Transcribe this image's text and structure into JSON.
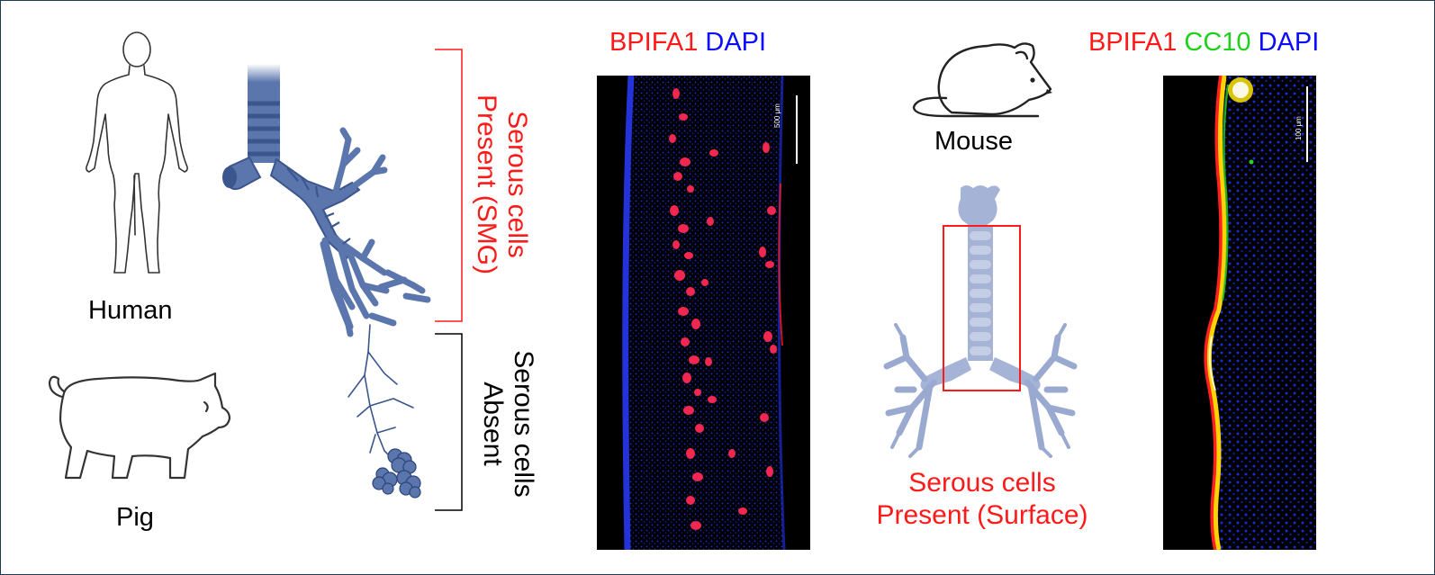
{
  "organisms": {
    "human": "Human",
    "pig": "Pig",
    "mouse": "Mouse"
  },
  "airway_labels": {
    "upper_line1": "Serous cells",
    "upper_line2": "Present (SMG)",
    "lower_line1": "Serous cells",
    "lower_line2": "Absent"
  },
  "panel_left": {
    "stain_red": "BPIFA1",
    "stain_blue": "DAPI",
    "scale_bar": "500 μm"
  },
  "panel_right": {
    "stain_red": "BPIFA1",
    "stain_green": "CC10",
    "stain_blue": "DAPI",
    "scale_bar": "100 μm"
  },
  "mouse_caption": {
    "line1": "Serous cells",
    "line2": "Present (Surface)"
  },
  "colors": {
    "stain_red": "#ff1a1a",
    "stain_green": "#1bd11b",
    "stain_blue": "#0b0bff",
    "airway": "#5a76ad",
    "mouse_airway": "#9fb0d3",
    "frame": "#1f3b5a"
  }
}
